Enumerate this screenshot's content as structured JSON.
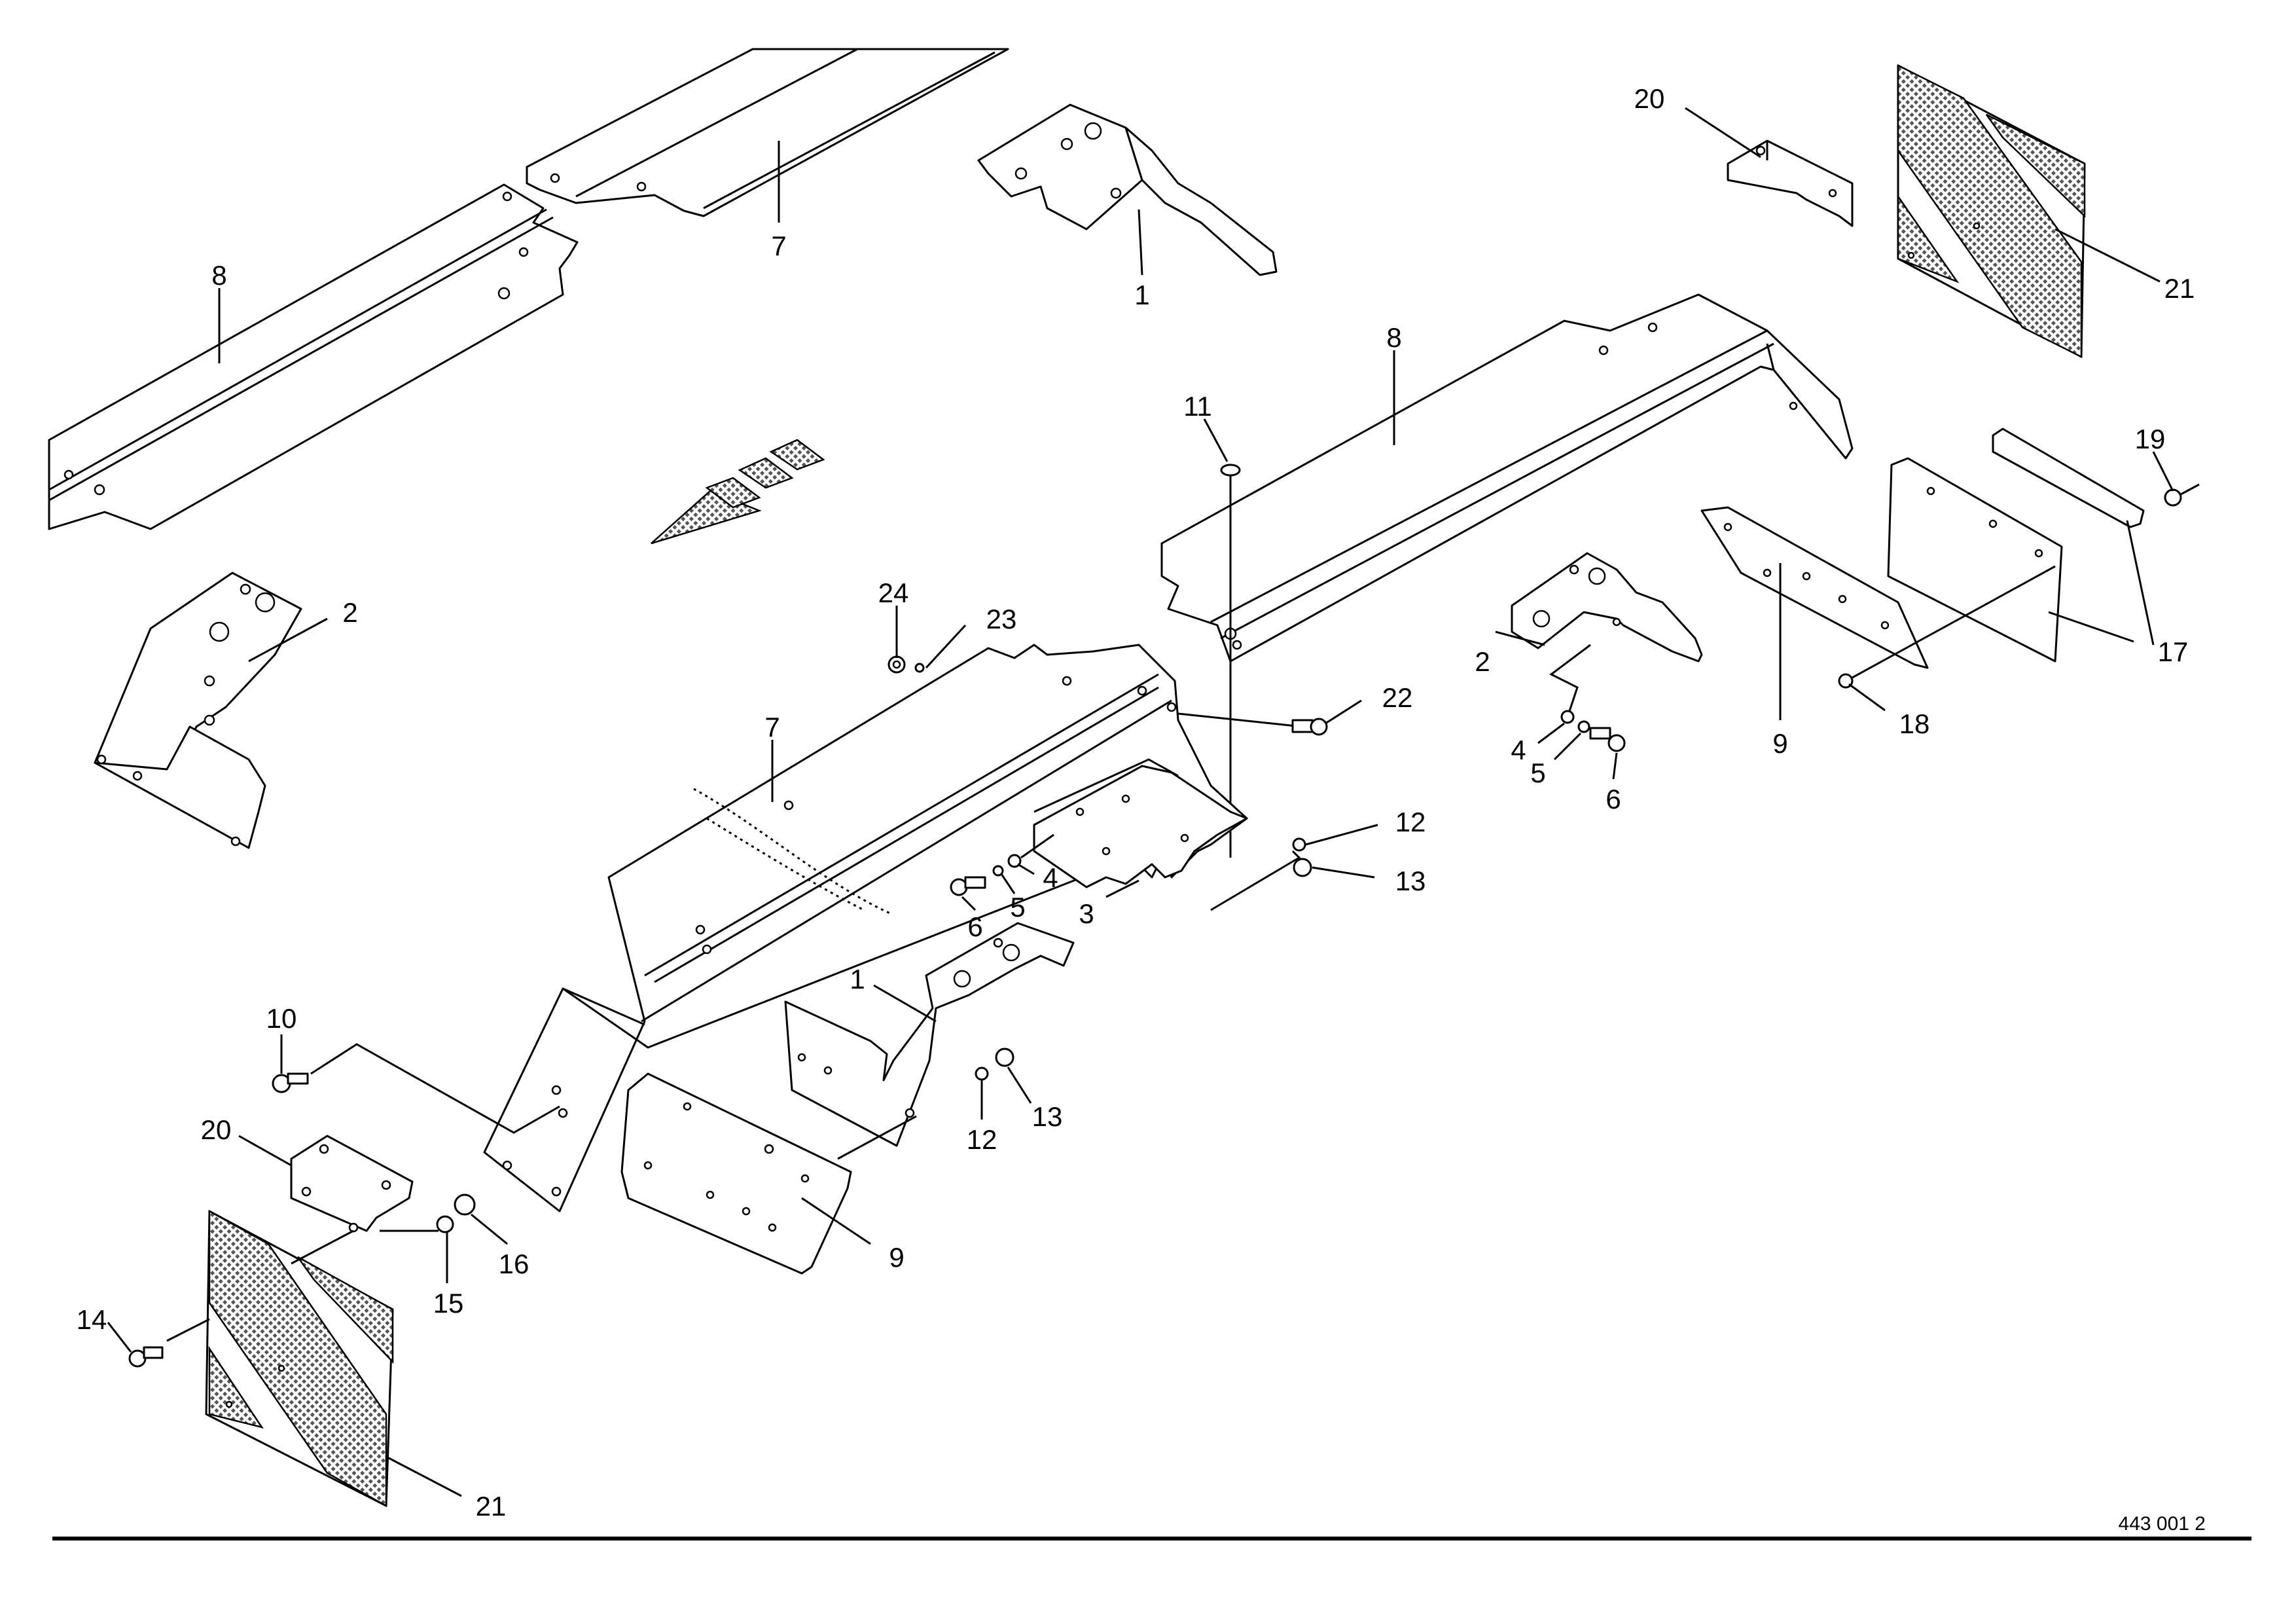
{
  "drawing": {
    "reference": "443 001 2",
    "callouts": [
      {
        "id": "c1a",
        "text": "1"
      },
      {
        "id": "c7a",
        "text": "7"
      },
      {
        "id": "c8a",
        "text": "8"
      },
      {
        "id": "c20a",
        "text": "20"
      },
      {
        "id": "c21a",
        "text": "21"
      },
      {
        "id": "c8b",
        "text": "8"
      },
      {
        "id": "c11",
        "text": "11"
      },
      {
        "id": "c19",
        "text": "19"
      },
      {
        "id": "c2a",
        "text": "2"
      },
      {
        "id": "c24",
        "text": "24"
      },
      {
        "id": "c23",
        "text": "23"
      },
      {
        "id": "c22",
        "text": "22"
      },
      {
        "id": "c7b",
        "text": "7"
      },
      {
        "id": "c2b",
        "text": "2"
      },
      {
        "id": "c17",
        "text": "17"
      },
      {
        "id": "c18",
        "text": "18"
      },
      {
        "id": "c9a",
        "text": "9"
      },
      {
        "id": "c4a",
        "text": "4"
      },
      {
        "id": "c5a",
        "text": "5"
      },
      {
        "id": "c6a",
        "text": "6"
      },
      {
        "id": "c12a",
        "text": "12"
      },
      {
        "id": "c13a",
        "text": "13"
      },
      {
        "id": "c4b",
        "text": "4"
      },
      {
        "id": "c5b",
        "text": "5"
      },
      {
        "id": "c6b",
        "text": "6"
      },
      {
        "id": "c3",
        "text": "3"
      },
      {
        "id": "c1b",
        "text": "1"
      },
      {
        "id": "c10",
        "text": "10"
      },
      {
        "id": "c12b",
        "text": "12"
      },
      {
        "id": "c13b",
        "text": "13"
      },
      {
        "id": "c20b",
        "text": "20"
      },
      {
        "id": "c16",
        "text": "16"
      },
      {
        "id": "c15",
        "text": "15"
      },
      {
        "id": "c9b",
        "text": "9"
      },
      {
        "id": "c14",
        "text": "14"
      },
      {
        "id": "c21b",
        "text": "21"
      }
    ]
  }
}
